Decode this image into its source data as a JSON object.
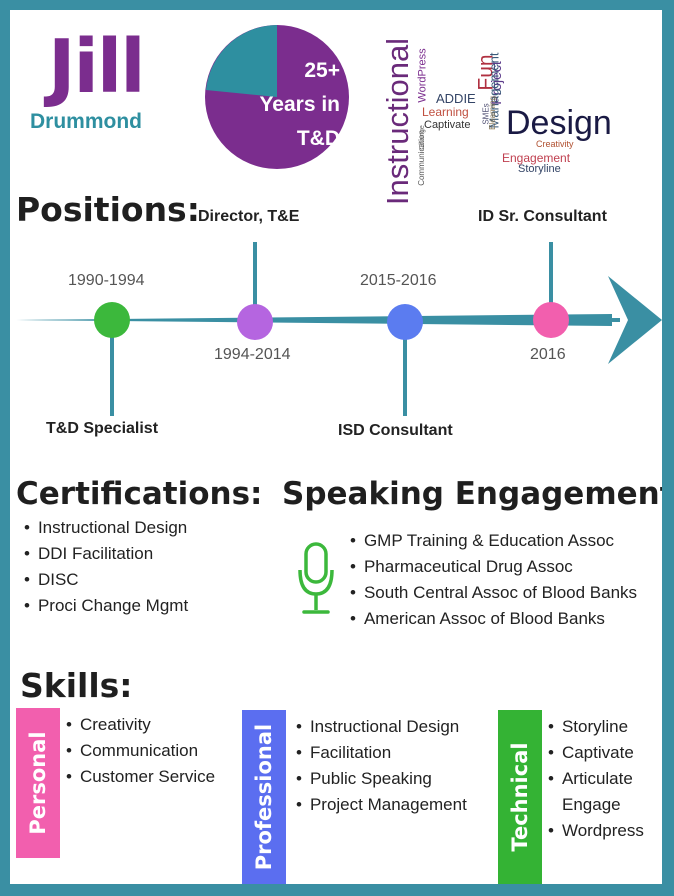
{
  "header": {
    "first_name": "Jill",
    "last_name": "Drummond",
    "pie": {
      "line1": "25+",
      "line2": "Years in",
      "line3": "T&D"
    }
  },
  "word_cloud": {
    "instructional": "Instructional",
    "design": "Design",
    "fun": "Fun",
    "project": "Project",
    "management": "Management",
    "addie": "ADDIE",
    "wordpress": "WordPress",
    "learning": "Learning",
    "captivate": "Captivate",
    "smes": "SMEs",
    "elearning": "Elearning",
    "change": "Change",
    "communication": "Communication",
    "creativity": "Creativity",
    "engagement": "Engagement",
    "storyline": "Storyline"
  },
  "positions": {
    "title": "Positions:",
    "items": [
      {
        "date": "1990-1994",
        "role": "T&D Specialist",
        "color": "#3cb83c"
      },
      {
        "date": "1994-2014",
        "role": "Director, T&E",
        "color": "#b565e0"
      },
      {
        "date": "2015-2016",
        "role": "ISD Consultant",
        "color": "#5b7cf0"
      },
      {
        "date": "2016",
        "role": "ID Sr. Consultant",
        "color": "#f25fae"
      }
    ]
  },
  "certifications": {
    "title": "Certifications:",
    "items": [
      "Instructional Design",
      "DDI Facilitation",
      "DISC",
      "Proci Change Mgmt"
    ]
  },
  "speaking": {
    "title": "Speaking Engagements:",
    "icon": "microphone-icon",
    "items": [
      "GMP Training & Education Assoc",
      "Pharmaceutical Drug Assoc",
      "South Central Assoc of Blood Banks",
      "American Assoc of Blood Banks"
    ]
  },
  "skills": {
    "title": "Skills:",
    "personal": {
      "label": "Personal",
      "color": "#f25fae",
      "items": [
        "Creativity",
        "Communication",
        "Customer Service"
      ]
    },
    "professional": {
      "label": "Professional",
      "color": "#5b6ef0",
      "items": [
        "Instructional Design",
        "Facilitation",
        "Public Speaking",
        "Project Management"
      ]
    },
    "technical": {
      "label": "Technical",
      "color": "#34b334",
      "items": [
        "Storyline",
        "Captivate",
        "Articulate Engage",
        "Wordpress"
      ]
    }
  },
  "colors": {
    "frame": "#3a8fa3",
    "purple": "#7b2d8e",
    "teal": "#2e8fa0",
    "timeline": "#3a8fa3"
  }
}
